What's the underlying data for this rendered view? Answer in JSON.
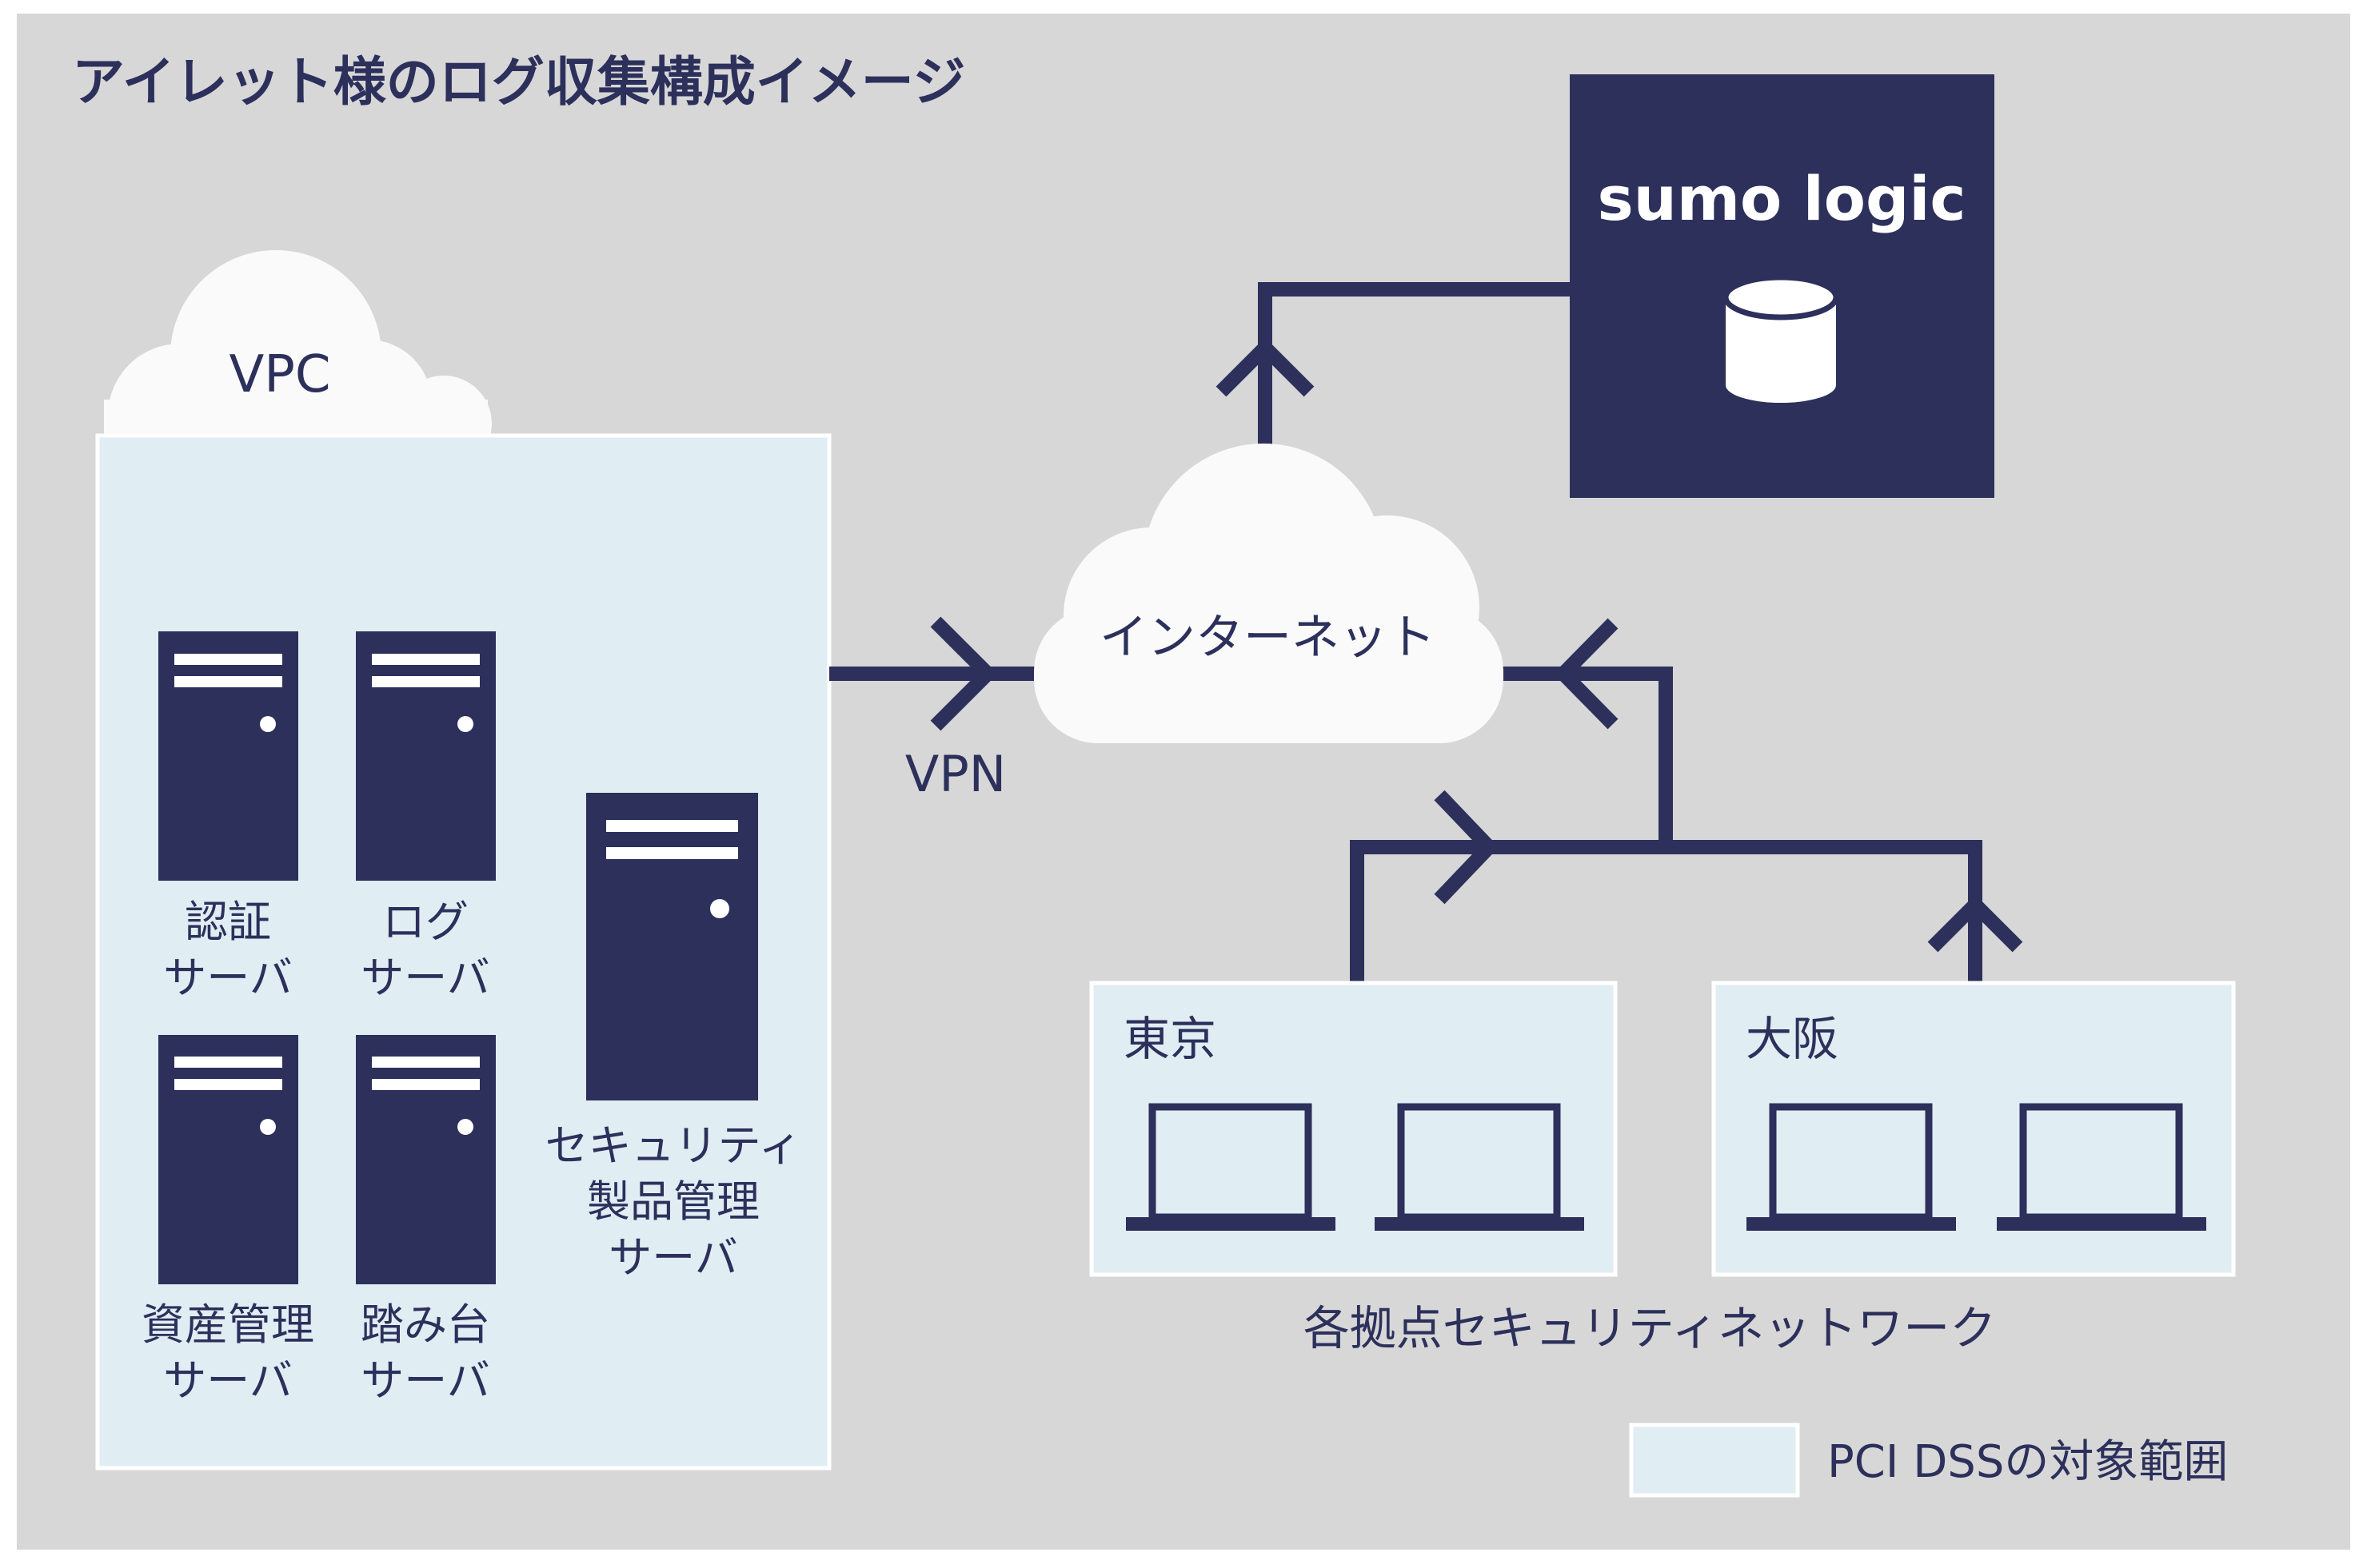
{
  "title": "アイレット様のログ収集構成イメージ",
  "vpc": {
    "label": "VPC",
    "servers": [
      {
        "line1": "認証",
        "line2": "サーバ"
      },
      {
        "line1": "ログ",
        "line2": "サーバ"
      },
      {
        "line1": "資産管理",
        "line2": "サーバ"
      },
      {
        "line1": "踏み台",
        "line2": "サーバ"
      }
    ],
    "security_server": {
      "line1": "セキュリティ",
      "line2": "製品管理",
      "line3": "サーバ"
    }
  },
  "vpn_label": "VPN",
  "internet_label": "インターネット",
  "sumo": {
    "label": "sumo logic",
    "icon": "database-icon"
  },
  "sites": {
    "tokyo": {
      "label": "東京"
    },
    "osaka": {
      "label": "大阪"
    },
    "caption": "各拠点セキュリティネットワーク"
  },
  "legend": {
    "label": "PCI DSSの対象範囲"
  },
  "colors": {
    "background": "#d7d7d7",
    "navy": "#2c305b",
    "pci_scope": "#e0edf3",
    "cloud": "#fafafa",
    "white": "#ffffff"
  }
}
